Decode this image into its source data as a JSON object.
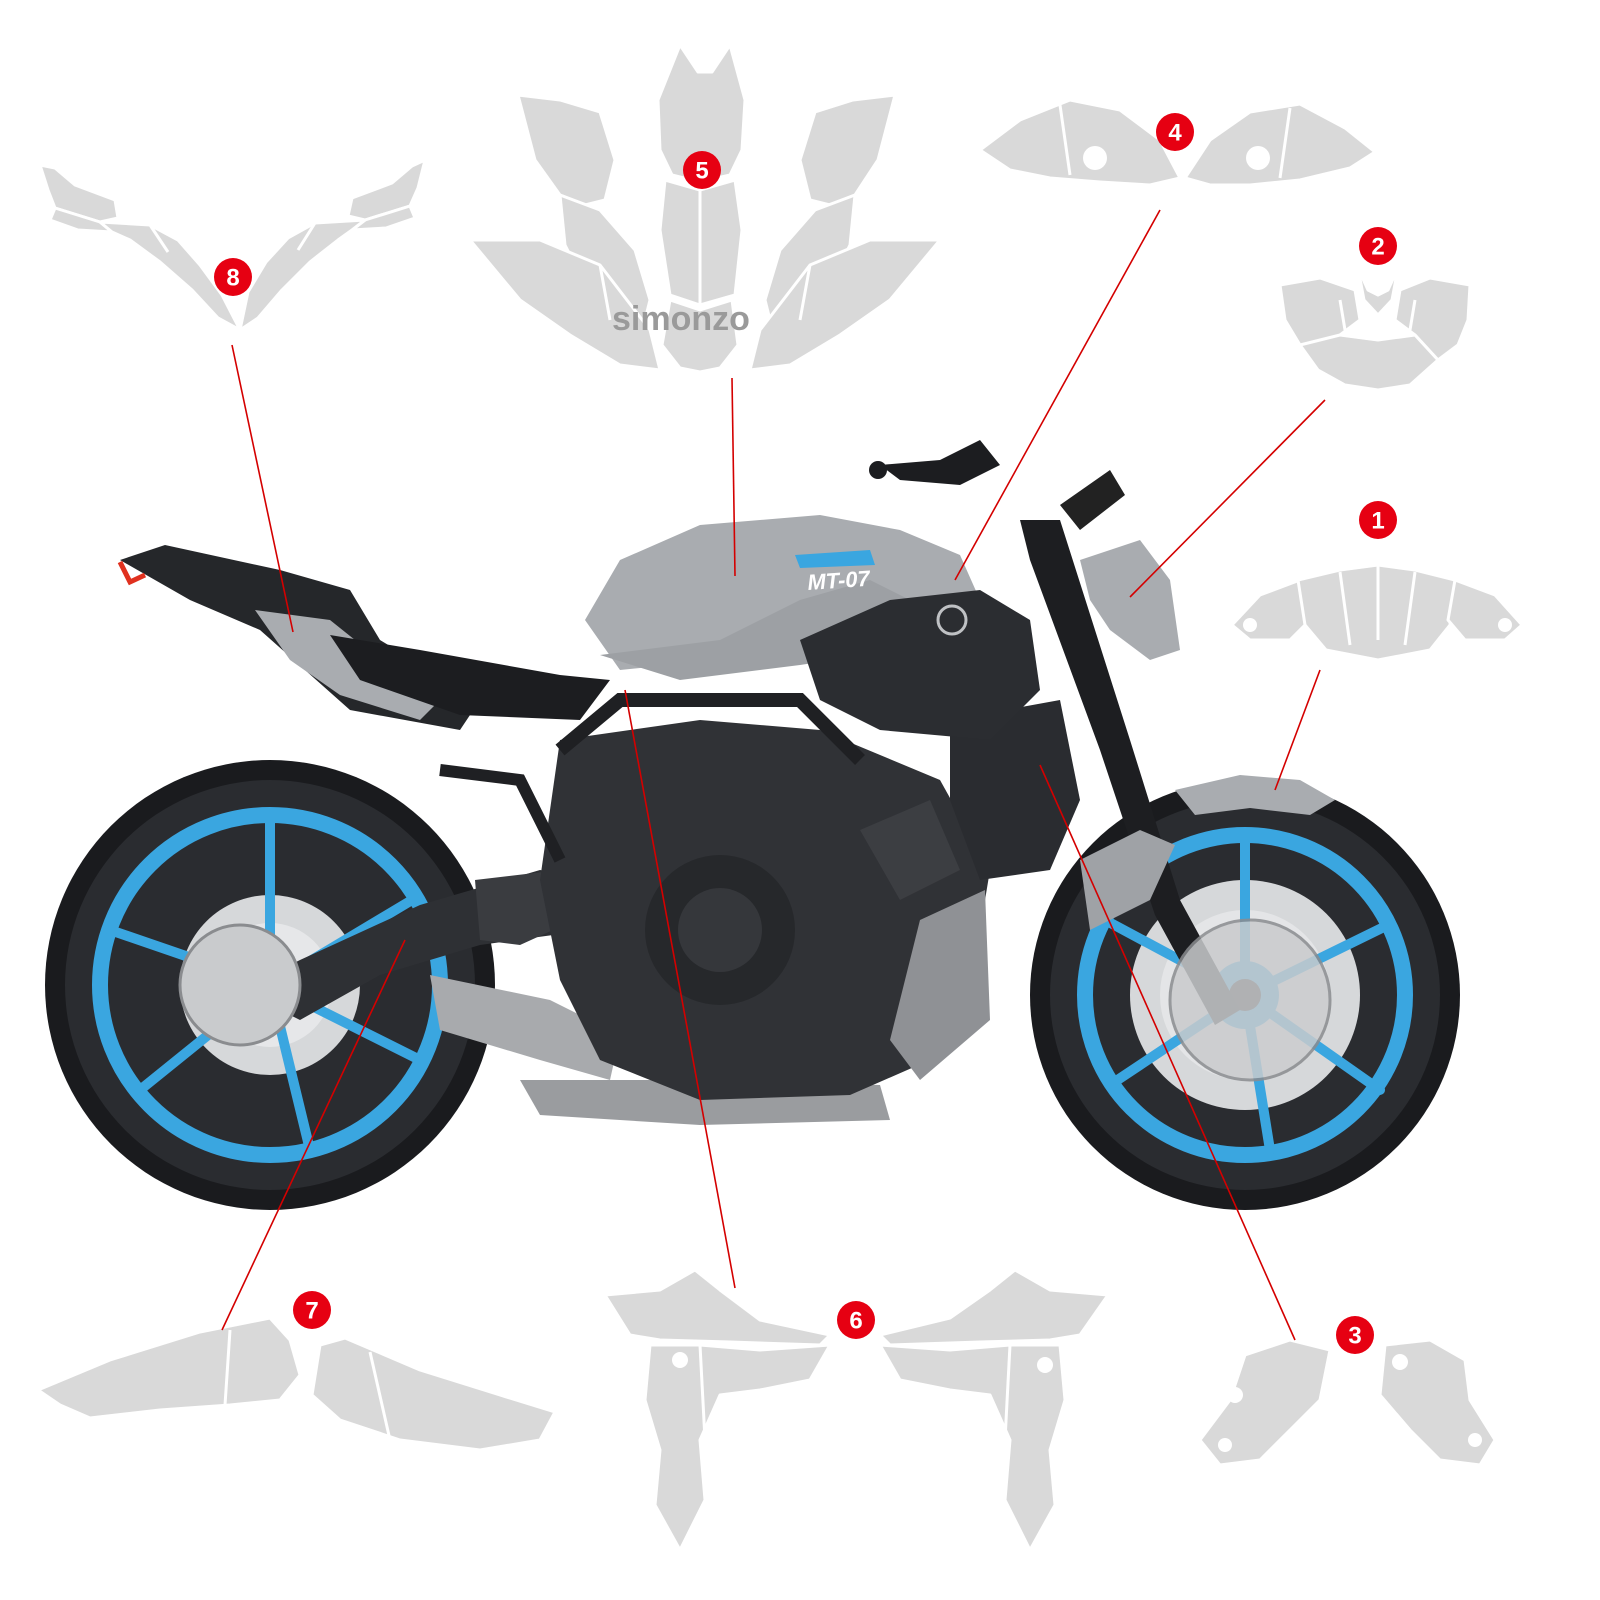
{
  "watermark": "simonzo",
  "tank_logo": "MT-07",
  "callouts": [
    {
      "id": "callout-1",
      "number": "1",
      "region": "front-fender"
    },
    {
      "id": "callout-2",
      "number": "2",
      "region": "headlight-cowl"
    },
    {
      "id": "callout-3",
      "number": "3",
      "region": "radiator-shrouds-lower"
    },
    {
      "id": "callout-4",
      "number": "4",
      "region": "tank-side-scoops"
    },
    {
      "id": "callout-5",
      "number": "5",
      "region": "fuel-tank"
    },
    {
      "id": "callout-6",
      "number": "6",
      "region": "frame-side-covers"
    },
    {
      "id": "callout-7",
      "number": "7",
      "region": "swingarm"
    },
    {
      "id": "callout-8",
      "number": "8",
      "region": "tail-section"
    }
  ],
  "colors": {
    "callout": "#e60012",
    "leader_line": "#d40000",
    "template_parts": "#d9d9d9",
    "wheel_rim": "#3aa6e0",
    "body_grey": "#a9acb0",
    "body_dark": "#2b2d31"
  }
}
